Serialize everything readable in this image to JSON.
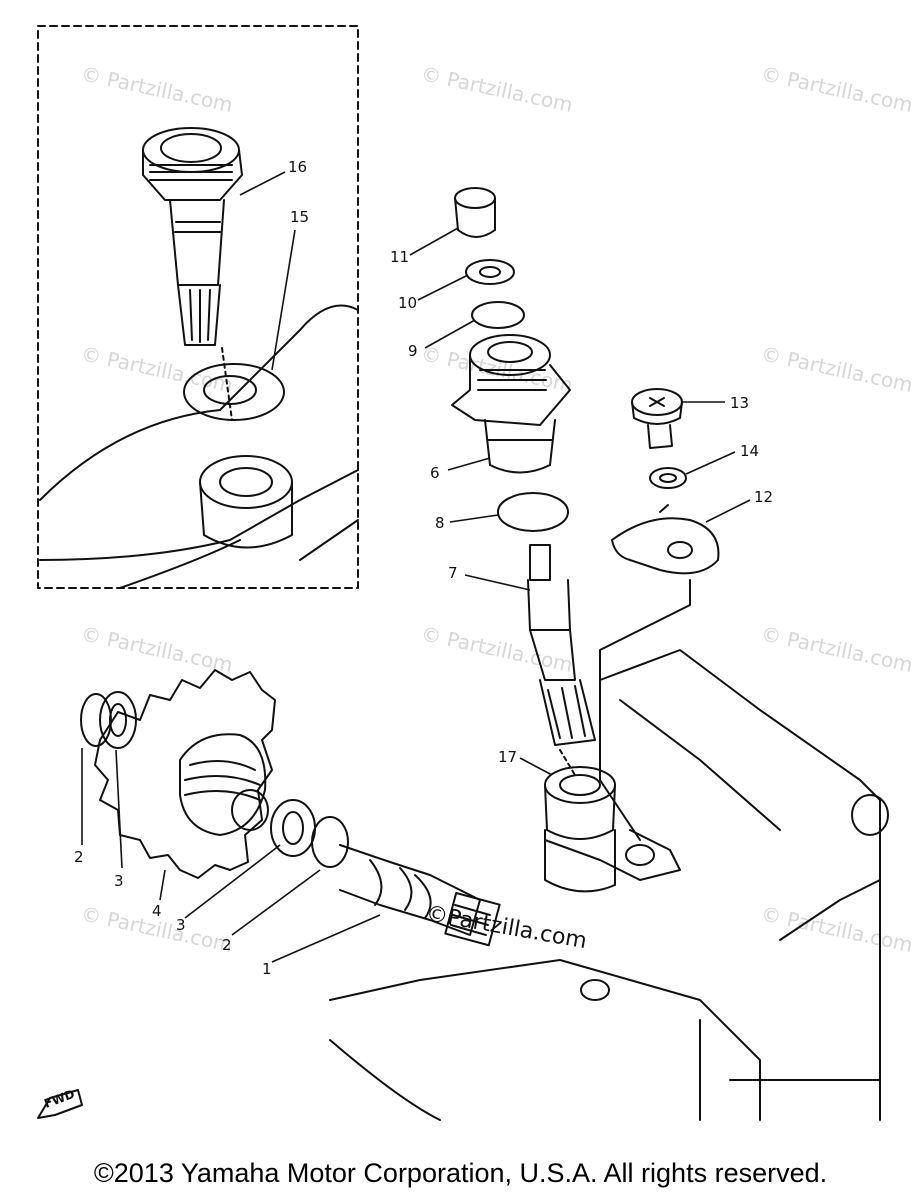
{
  "callouts": {
    "p1": "1",
    "p2a": "2",
    "p2b": "2",
    "p3a": "3",
    "p3b": "3",
    "p4": "4",
    "p6": "6",
    "p7": "7",
    "p8": "8",
    "p9": "9",
    "p10": "10",
    "p11": "11",
    "p12": "12",
    "p13": "13",
    "p14": "14",
    "p15": "15",
    "p16": "16",
    "p17": "17"
  },
  "fwd_label": "FWD",
  "watermark": "© Partzilla.com",
  "center_watermark": "©Partzilla.com",
  "copyright": "©2013 Yamaha Motor Corporation, U.S.A. All rights reserved."
}
